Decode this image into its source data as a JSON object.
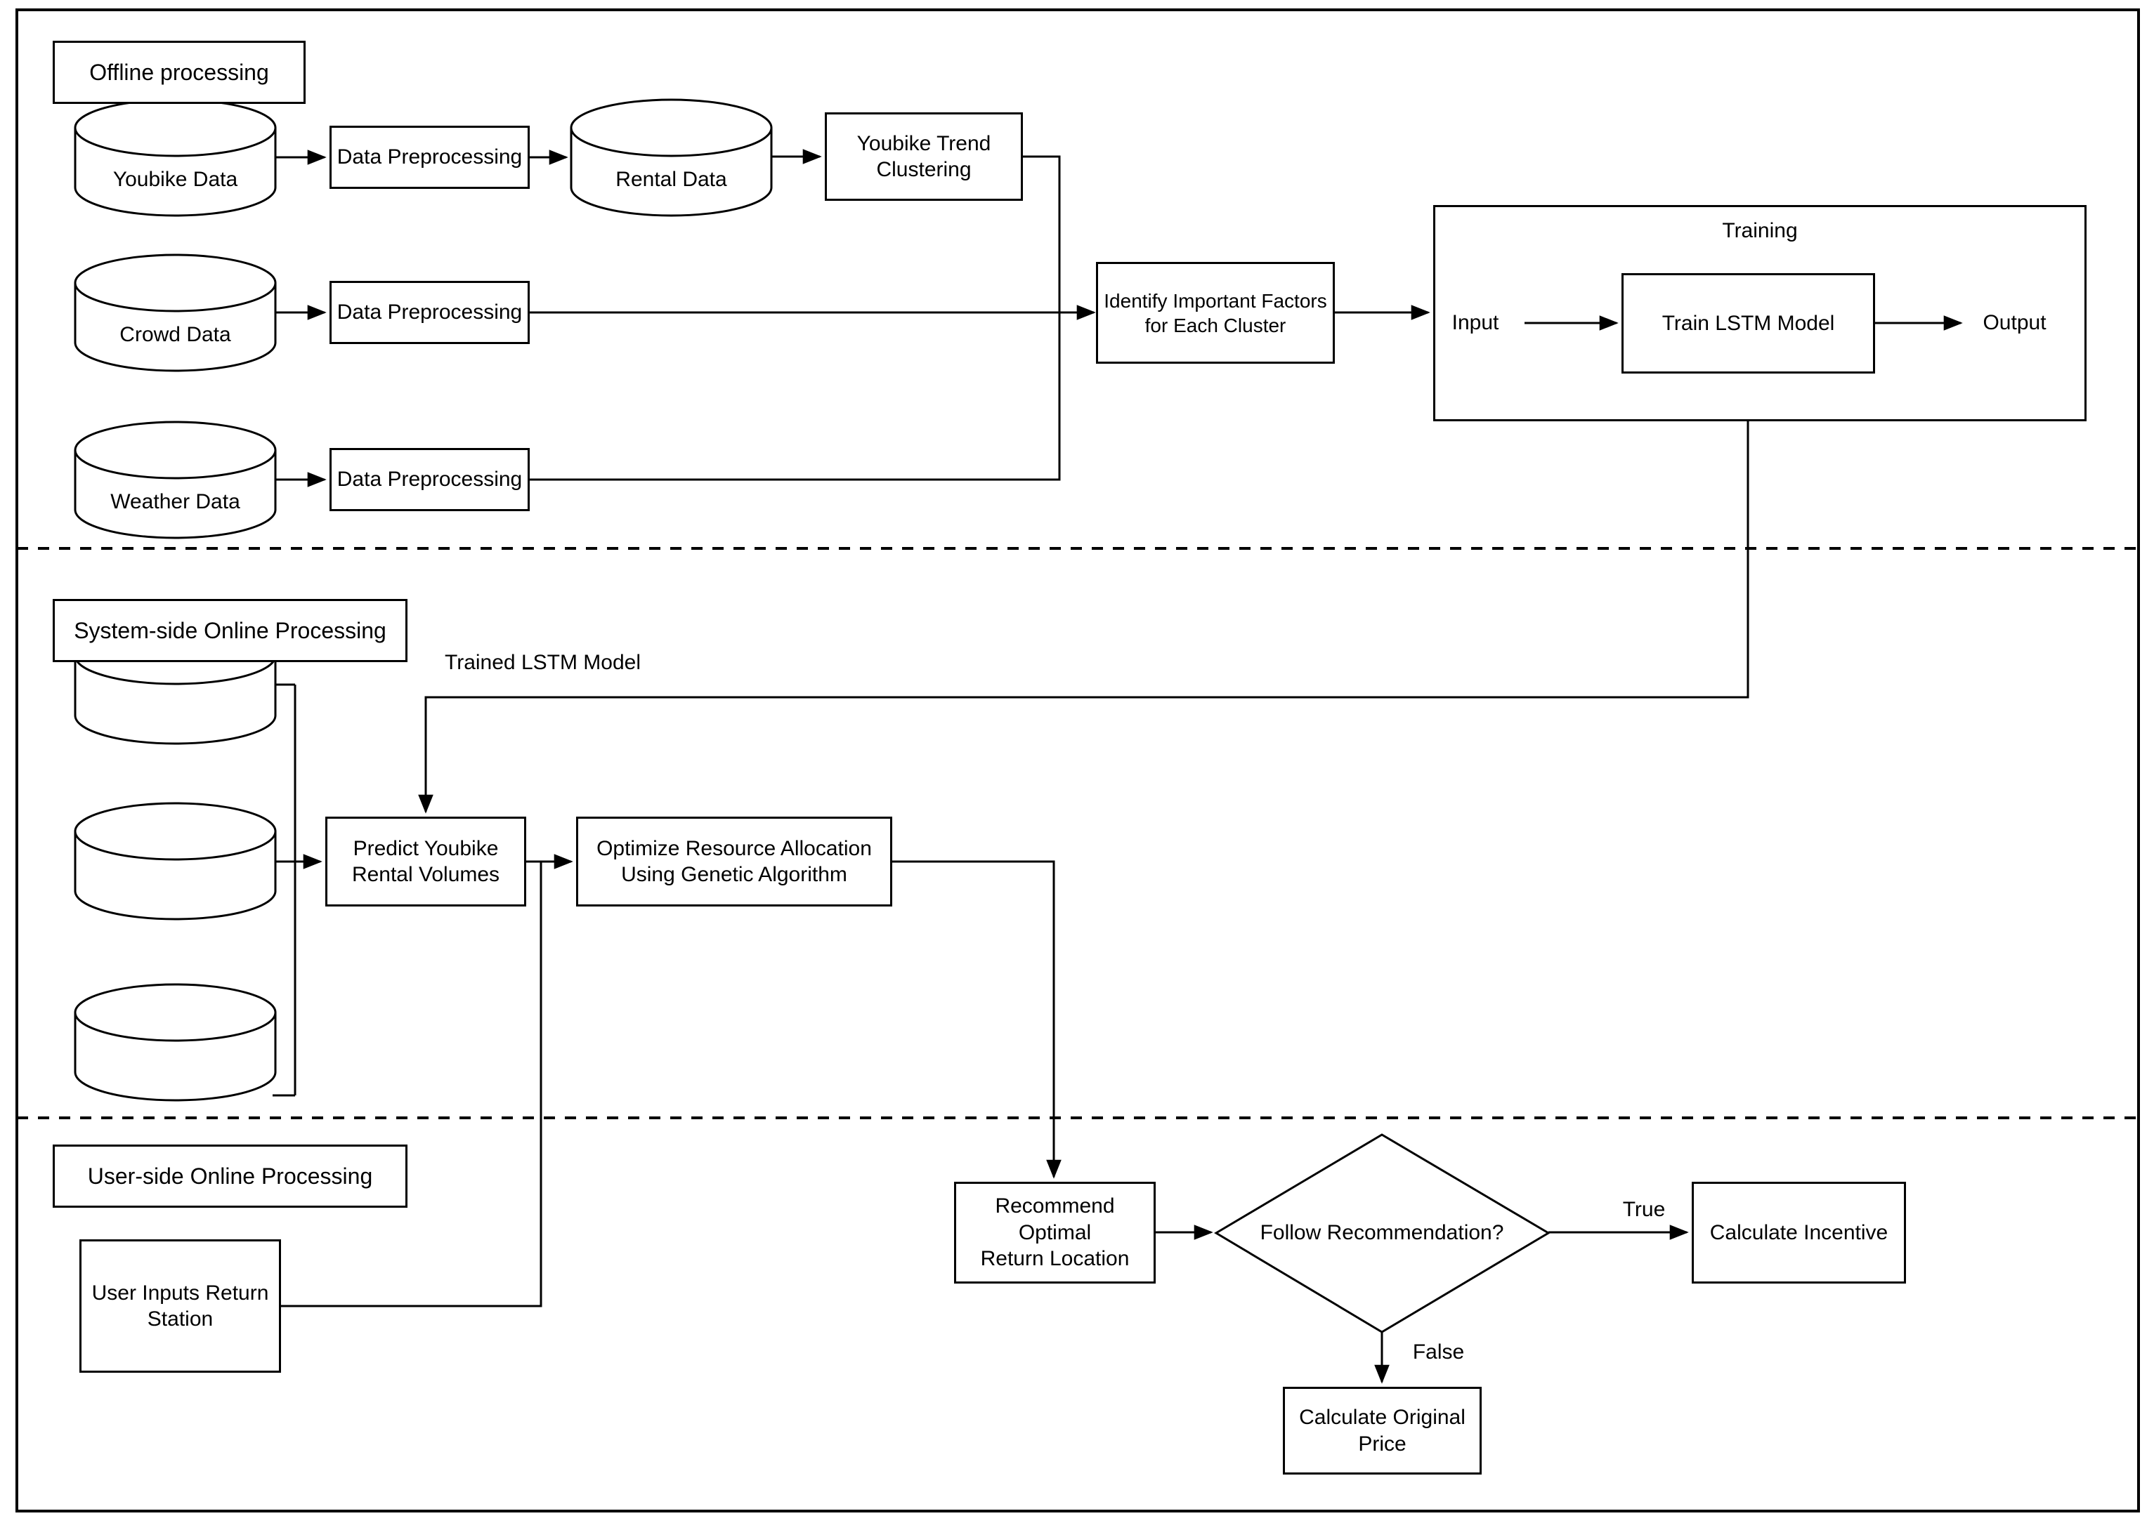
{
  "diagram": {
    "sections": {
      "offline": {
        "label": "Offline processing"
      },
      "system": {
        "label": "System-side Online Processing"
      },
      "user": {
        "label": "User-side Online Processing"
      }
    },
    "nodes": {
      "youbike_data_1": "Youbike Data",
      "crowd_data_1": "Crowd Data",
      "weather_data_1": "Weather Data",
      "data_preprocessing_1": "Data Preprocessing",
      "data_preprocessing_2": "Data Preprocessing",
      "data_preprocessing_3": "Data Preprocessing",
      "rental_data": "Rental Data",
      "youbike_trend_clustering": "Youbike Trend\nClustering",
      "identify_factors": "Identify Important Factors\nfor Each Cluster",
      "train_lstm_model": "Train LSTM Model",
      "predict_rental_volumes": "Predict Youbike\nRental Volumes",
      "optimize_allocation": "Optimize Resource Allocation\nUsing Genetic Algorithm",
      "user_inputs_return_station": "User Inputs Return\nStation",
      "recommend_location": "Recommend Optimal\nReturn Location",
      "follow_recommendation": "Follow Recommendation?",
      "calculate_incentive": "Calculate Incentive",
      "calculate_original_price": "Calculate Original\nPrice"
    },
    "annotations": {
      "training": "Training",
      "input": "Input",
      "output": "Output",
      "trained_lstm_model": "Trained LSTM Model",
      "true_label": "True",
      "false_label": "False"
    }
  }
}
